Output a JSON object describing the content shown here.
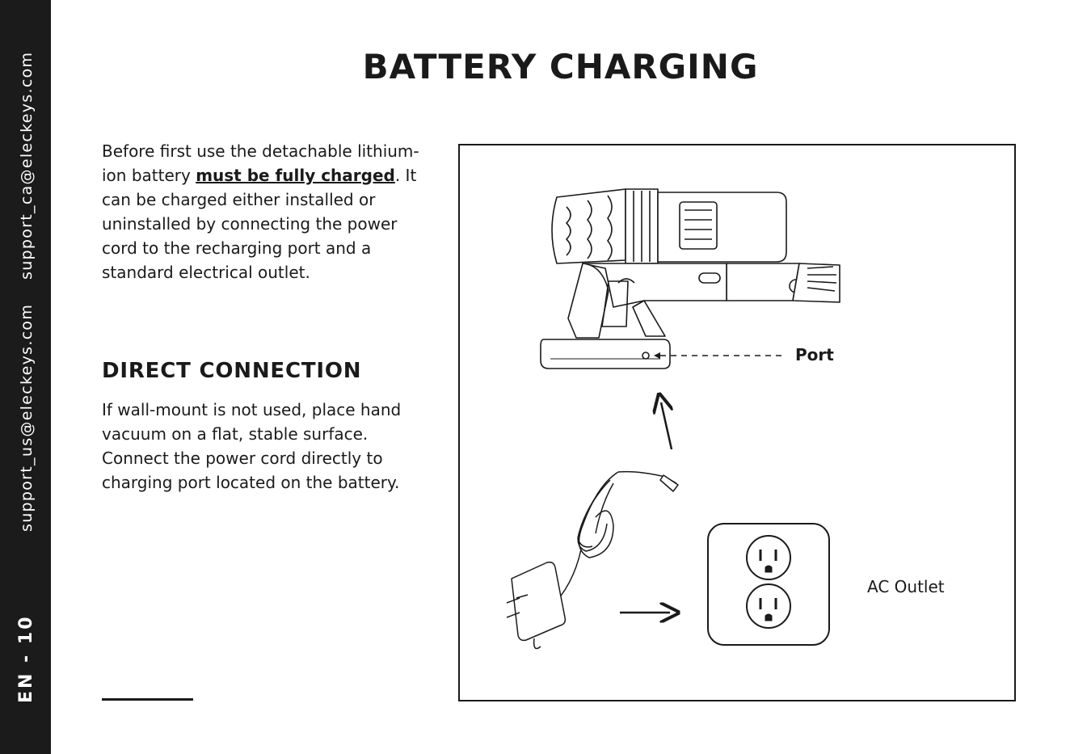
{
  "sidebar": {
    "email_us": "support_us@eleckeys.com",
    "email_ca": "support_ca@eleckeys.com",
    "page_number": "EN - 10"
  },
  "title": "BATTERY CHARGING",
  "intro": {
    "part1": "Before first use the detachable lithium-ion battery ",
    "emphasis": "must be fully charged",
    "part2": ". It can be charged either installed or uninstalled by connecting the power cord to the recharging port and a standard electrical outlet."
  },
  "section": {
    "heading": "DIRECT CONNECTION",
    "body": "If wall-mount is not used, place hand vacuum on a flat, stable surface. Connect the power cord directly to charging port located on the battery."
  },
  "figure": {
    "port_label": "Port",
    "outlet_label": "AC Outlet",
    "icons": [
      "hand-vacuum-icon",
      "power-adapter-icon",
      "ac-outlet-icon",
      "arrow-up-icon",
      "arrow-right-icon"
    ]
  },
  "colors": {
    "sidebar": "#1b1b1b",
    "text": "#1a1a1a"
  }
}
